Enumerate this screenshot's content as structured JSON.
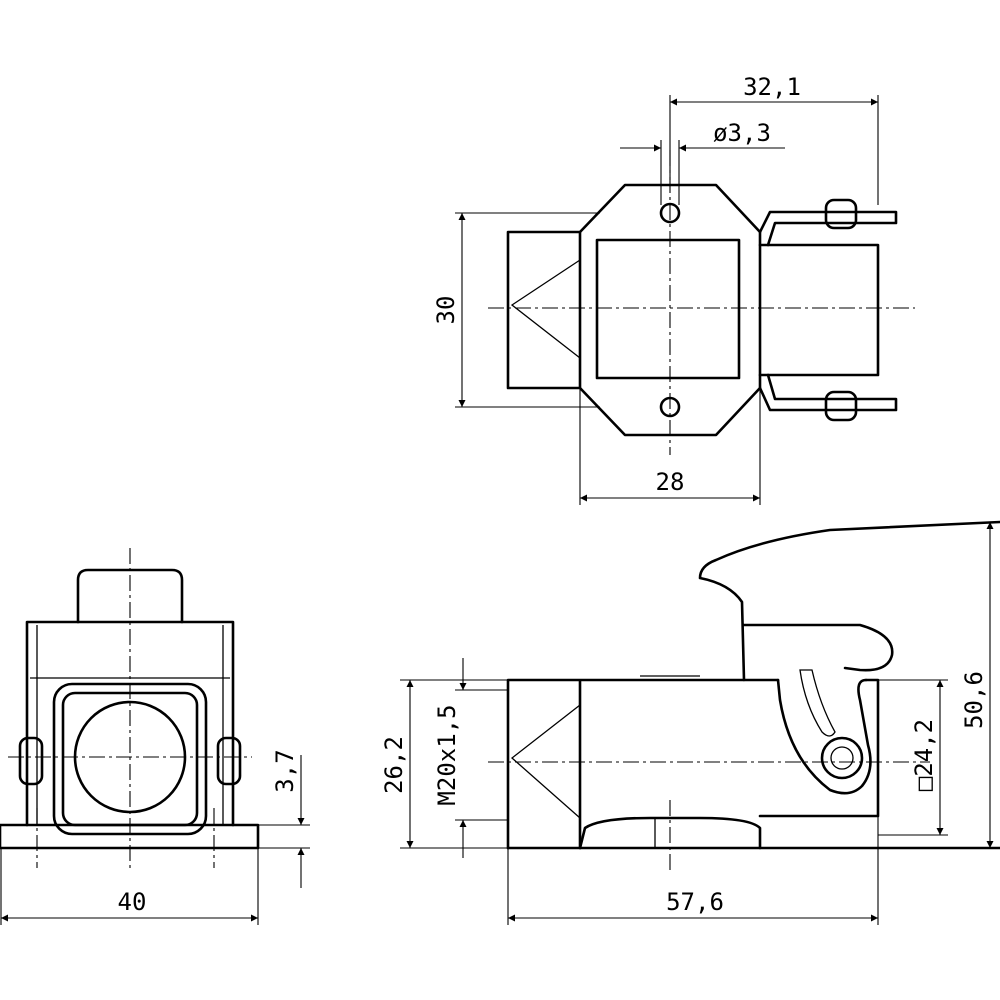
{
  "dimensions": {
    "width_overall": "32,1",
    "hole_diameter": "ø3,3",
    "height_top": "30",
    "width_flange": "28",
    "base_width": "40",
    "base_thickness": "3,7",
    "height_side": "26,2",
    "thread": "M20x1,5",
    "square_size": "□24,2",
    "height_total": "50,6",
    "length_side": "57,6"
  }
}
